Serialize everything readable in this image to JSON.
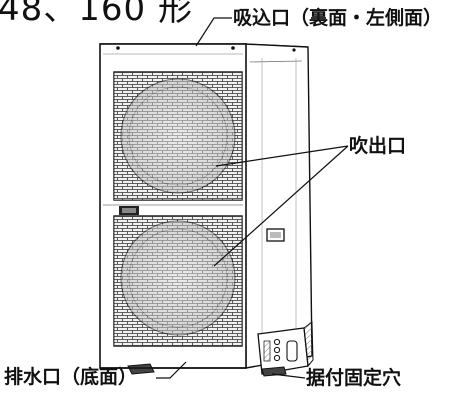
{
  "header": {
    "model_text": "48、160 形"
  },
  "labels": {
    "air_intake": "吸込口（裏面・左側面）",
    "air_outlet": "吹出口",
    "drain_outlet": "排水口（底面）",
    "mounting_holes": "据付固定穴"
  },
  "colors": {
    "line": "#111111",
    "panel": "#ffffff",
    "grille_fill": "#e9e9e9",
    "fan_fill": "#d6d6d6"
  },
  "icons": [
    "outdoor-unit-illustration",
    "fan-grille-icon",
    "service-panel-icon"
  ]
}
